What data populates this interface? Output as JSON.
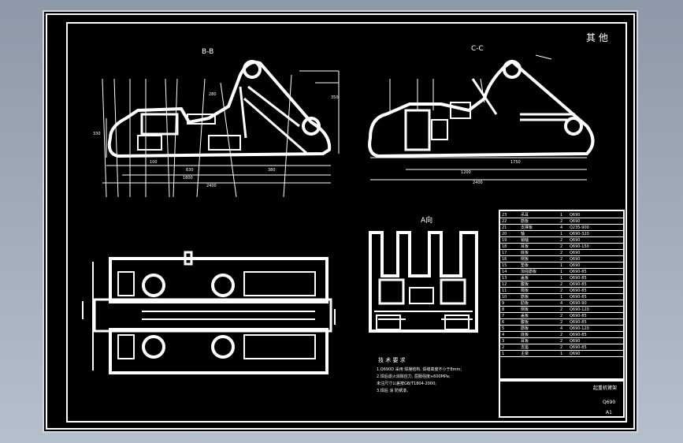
{
  "drawing": {
    "corner_label": "其 他",
    "views": {
      "section_bb": "B-B",
      "section_cc": "C-C",
      "view_a": "A向"
    },
    "dims_bb": [
      "330",
      "380",
      "1800",
      "2400",
      "100",
      "280",
      "630",
      "350"
    ],
    "dims_cc": [
      "1750",
      "1200",
      "2400"
    ],
    "tech_title": "技 术 要 求",
    "tech_lines": [
      "1.Q690D 采用 焊接结构, 焊缝高度不小于8mm;",
      "2.焊后退火消除应力, 屈服强度≥600MPa;",
      "  未注尺寸公差按GB/T1804-2000;",
      "3.焊后 涂 防锈漆。"
    ],
    "bom_rows": [
      [
        "23",
        "吊耳",
        "1",
        "Q690"
      ],
      [
        "22",
        "筋板",
        "2",
        "Q690"
      ],
      [
        "21",
        "支撑板",
        "4",
        "Q235-900"
      ],
      [
        "20",
        "轴",
        "1",
        "Q690-320"
      ],
      [
        "19",
        "销轴",
        "2",
        "Q690"
      ],
      [
        "18",
        "耳板",
        "2",
        "Q690-150"
      ],
      [
        "17",
        "底板",
        "2",
        "Q690"
      ],
      [
        "16",
        "侧板",
        "2",
        "Q690"
      ],
      [
        "15",
        "垫板",
        "1",
        "Q690"
      ],
      [
        "14",
        "加强筋板",
        "1",
        "Q690-85"
      ],
      [
        "13",
        "盖板",
        "1",
        "Q690-85"
      ],
      [
        "12",
        "腹板",
        "2",
        "Q690-85"
      ],
      [
        "11",
        "隔板",
        "2",
        "Q690-85"
      ],
      [
        "10",
        "筋板",
        "1",
        "Q690-85"
      ],
      [
        "9",
        "肋板",
        "4",
        "Q690-90"
      ],
      [
        "8",
        "侧板",
        "2",
        "Q690-120"
      ],
      [
        "7",
        "盖板",
        "2",
        "Q690-85"
      ],
      [
        "6",
        "腹板",
        "2",
        "Q690-85"
      ],
      [
        "5",
        "筋板",
        "4",
        "Q690-120"
      ],
      [
        "4",
        "底板",
        "2",
        "Q690-85"
      ],
      [
        "3",
        "耳板",
        "2",
        "Q690"
      ],
      [
        "2",
        "支座",
        "2",
        "Q690-85"
      ],
      [
        "1",
        "主梁",
        "1",
        "Q690"
      ]
    ],
    "title_block": {
      "title": "起重机臂架",
      "scale": "A1",
      "material": "Q690"
    }
  }
}
